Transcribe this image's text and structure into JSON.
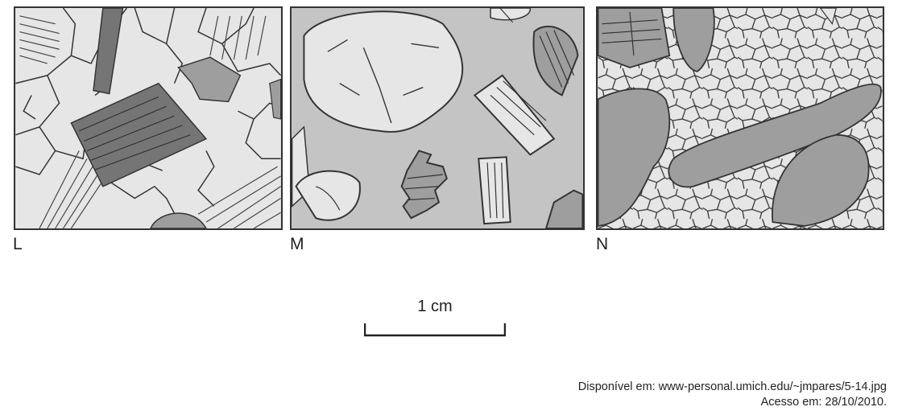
{
  "panels": [
    {
      "id": "L",
      "label": "L"
    },
    {
      "id": "M",
      "label": "M"
    },
    {
      "id": "N",
      "label": "N"
    }
  ],
  "scale_bar": {
    "label": "1 cm"
  },
  "source": {
    "line1": "Disponível em: www-personal.umich.edu/~jmpares/5-14.jpg",
    "line2": "Acesso em: 28/10/2010."
  },
  "colors": {
    "dark_grey": "#757575",
    "medium_grey": "#9e9e9e",
    "light_grey": "#e6e6e6",
    "matrix_grey": "#c4c4c4",
    "outline": "#333333"
  }
}
